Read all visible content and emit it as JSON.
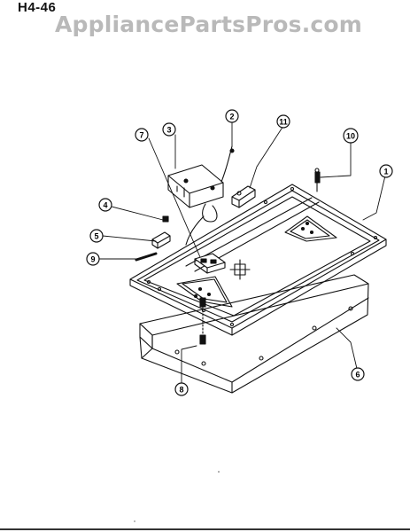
{
  "header": {
    "page_code": "H4-46",
    "watermark": "AppliancePartsPros.com"
  },
  "callouts": [
    {
      "id": "c1",
      "label": "1"
    },
    {
      "id": "c2",
      "label": "2"
    },
    {
      "id": "c3",
      "label": "3"
    },
    {
      "id": "c4",
      "label": "4"
    },
    {
      "id": "c5",
      "label": "5"
    },
    {
      "id": "c6",
      "label": "6"
    },
    {
      "id": "c7",
      "label": "7"
    },
    {
      "id": "c8",
      "label": "8"
    },
    {
      "id": "c9",
      "label": "9"
    },
    {
      "id": "c10",
      "label": "10"
    },
    {
      "id": "c11",
      "label": "11"
    }
  ],
  "colors": {
    "line": "#111111",
    "watermark": "#b9b9b9",
    "background": "#ffffff"
  }
}
